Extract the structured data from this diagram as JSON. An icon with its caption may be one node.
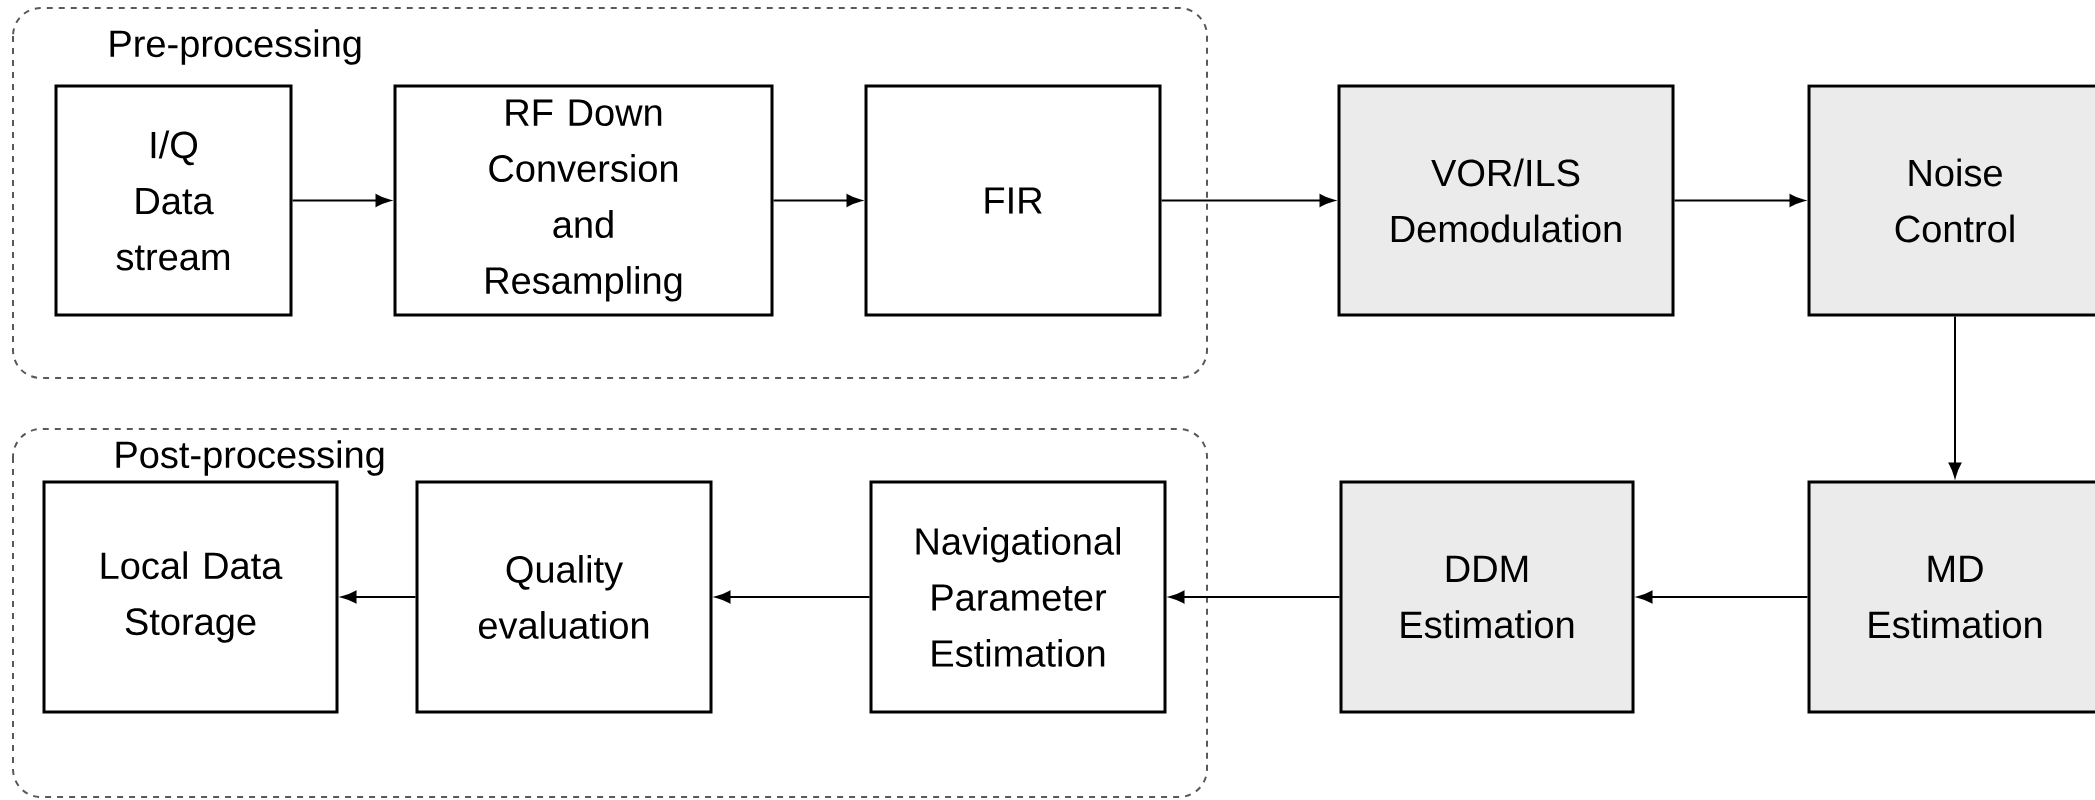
{
  "diagram": {
    "nodes": [
      {
        "text": [
          "Pre-processing"
        ]
      },
      {
        "text": [
          "I/Q Data stream"
        ],
        "in": 0
      },
      {
        "text": [
          "RF Down Conversion and Resampling"
        ],
        "in": 0
      },
      {
        "text": [
          "FIR"
        ],
        "in": 0
      },
      {
        "text": [
          "VOR/ILS Demodulation"
        ]
      },
      {
        "text": [
          "Noise Control"
        ]
      },
      {
        "text": [
          "Post-processing"
        ]
      },
      {
        "text": [
          "Local Data Storage"
        ],
        "in": 6
      },
      {
        "text": [
          "Quality evaluation"
        ],
        "in": 6
      },
      {
        "text": [
          "Navigational Parameter Estimation"
        ],
        "in": 6
      },
      {
        "text": [
          "DDM Estimation"
        ]
      },
      {
        "text": [
          "MD Estimation"
        ]
      }
    ],
    "edges": [
      {
        "from": 1,
        "to": 2,
        "arrow": "to"
      },
      {
        "from": 2,
        "to": 3,
        "arrow": "to"
      },
      {
        "from": 3,
        "to": 4,
        "arrow": "to"
      },
      {
        "from": 4,
        "to": 5,
        "arrow": "to"
      },
      {
        "from": 5,
        "to": 11,
        "arrow": "to"
      },
      {
        "from": 11,
        "to": 10,
        "arrow": "to"
      },
      {
        "from": 10,
        "to": 9,
        "arrow": "to"
      },
      {
        "from": 9,
        "to": 8,
        "arrow": "to"
      },
      {
        "from": 8,
        "to": 7,
        "arrow": "to"
      }
    ]
  }
}
